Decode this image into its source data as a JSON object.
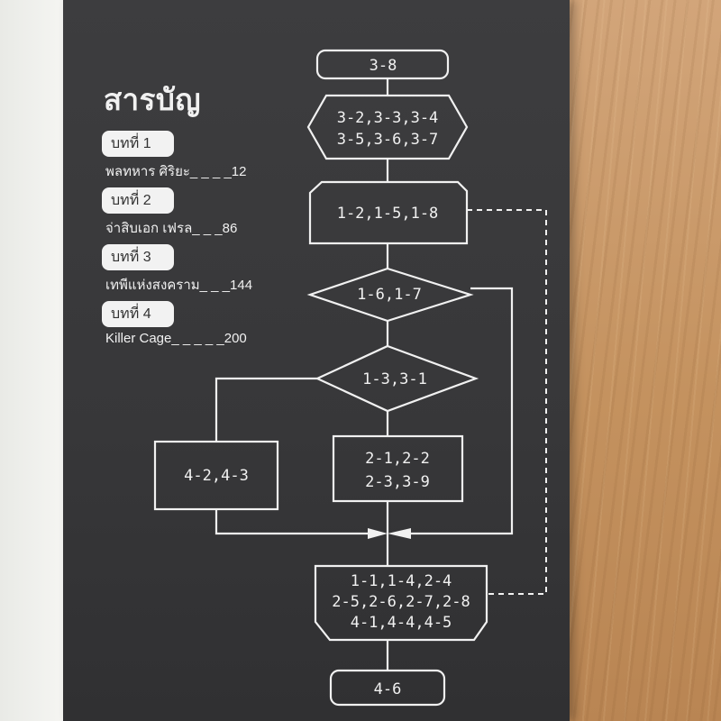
{
  "toc": {
    "title": "สารบัญ",
    "chapters": [
      {
        "badge": "บทที่ 1",
        "entry": "พลทหาร ศิริยะ_ _ _ _12"
      },
      {
        "badge": "บทที่ 2",
        "entry": "จ่าสิบเอก เฟรล_ _ _86"
      },
      {
        "badge": "บทที่ 3",
        "entry": "เทพีแห่งสงคราม_ _ _144"
      },
      {
        "badge": "บทที่ 4",
        "entry": "Killer Cage_ _ _ _ _200"
      }
    ]
  },
  "flowchart": {
    "start": "3-8",
    "prep": [
      "3-2,3-3,3-4",
      "3-5,3-6,3-7"
    ],
    "box1": "1-2,1-5,1-8",
    "decision1": "1-6,1-7",
    "decision2": "1-3,3-1",
    "left_box": "4-2,4-3",
    "mid_box": [
      "2-1,2-2",
      "2-3,3-9"
    ],
    "merge_box": [
      "1-1,1-4,2-4",
      "2-5,2-6,2-7,2-8",
      "4-1,4-4,4-5"
    ],
    "end": "4-6"
  },
  "colors": {
    "cover": "#3a3a3c",
    "line": "#f1f1f1",
    "badge_bg": "#f2f2f2",
    "wood": "#c99a6c",
    "page": "#f2f2ef"
  }
}
